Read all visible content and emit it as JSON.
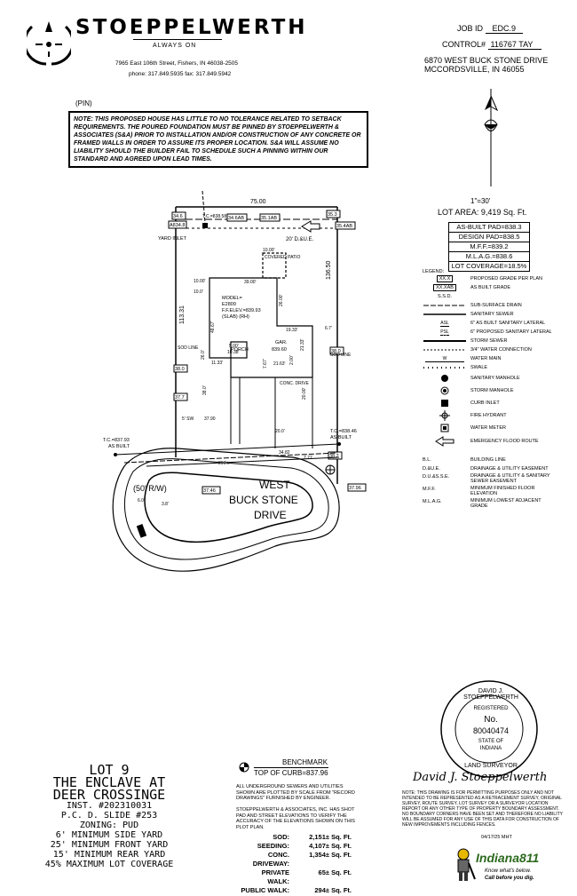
{
  "company": {
    "name": "STOEPPELWERTH",
    "tagline": "ALWAYS ON",
    "address": "7965 East 106th Street,  Fishers, IN  46038-2505",
    "phone": "phone: 317.849.5935  fax: 317.849.5942"
  },
  "job": {
    "job_id_label": "JOB ID",
    "job_id": "EDC.9",
    "control_label": "CONTROL#",
    "control": "116767 TAY",
    "address_line1": "6870 WEST BUCK STONE DRIVE",
    "address_line2": "MCCORDSVILLE, IN 46055"
  },
  "pin_label": "(PIN)",
  "note": "NOTE: THIS PROPOSED HOUSE HAS LITTLE TO NO TOLERANCE RELATED TO SETBACK REQUIREMENTS. THE POURED FOUNDATION MUST BE PINNED BY STOEPPELWERTH & ASSOCIATES (S&A) PRIOR TO INSTALLATION AND/OR CONSTRUCTION OF ANY CONCRETE OR FRAMED WALLS IN ORDER TO ASSURE ITS PROPER LOCATION. S&A WILL ASSUME NO LIABILITY SHOULD THE BUILDER FAIL TO SCHEDULE SUCH A PINNING WITHIN OUR STANDARD AND AGREED UPON LEAD TIMES.",
  "scale": "1\"=30'",
  "lot_area": "LOT AREA: 9,419  Sq. Ft.",
  "grades": [
    "AS-BUILT PAD=838.3",
    "DESIGN PAD=838.5",
    "M.F.F.=839.2",
    "M.L.A.G.=838.6",
    "LOT COVERAGE=18.5%"
  ],
  "legend": {
    "title": "LEGEND:",
    "items": [
      {
        "sym": "XX.X",
        "label": "PROPOSED GRADE PER PLAN"
      },
      {
        "sym": "XX.XAB",
        "label": "AS BUILT GRADE"
      },
      {
        "sym": "S.S.D.",
        "label": ""
      },
      {
        "sym": "",
        "label": "SUB-SURFACE DRAIN"
      },
      {
        "sym": "",
        "label": "SANITARY SEWER"
      },
      {
        "sym": "ASL",
        "label": "6\" AS BUILT SANITARY LATERAL"
      },
      {
        "sym": "PSL",
        "label": "6\" PROPOSED SANITARY LATERAL"
      },
      {
        "sym": "",
        "label": "STORM SEWER"
      },
      {
        "sym": "",
        "label": "3/4\" WATER CONNECTION"
      },
      {
        "sym": "W",
        "label": "WATER MAIN"
      },
      {
        "sym": "",
        "label": "SWALE"
      },
      {
        "sym": "",
        "label": "SANITARY MANHOLE"
      },
      {
        "sym": "",
        "label": "STORM MANHOLE"
      },
      {
        "sym": "",
        "label": "CURB INLET"
      },
      {
        "sym": "",
        "label": "FIRE HYDRANT"
      },
      {
        "sym": "",
        "label": "WATER METER"
      },
      {
        "sym": "",
        "label": "EMERGENCY FLOOD ROUTE"
      }
    ],
    "abbrevs": [
      {
        "abbr": "B.L.",
        "text": "BUILDING LINE"
      },
      {
        "abbr": "D.&U.E.",
        "text": "DRAINAGE & UTILITY EASEMENT"
      },
      {
        "abbr": "D.U.&S.S.E.",
        "text": "DRAINAGE & UTILITY & SANITARY SEWER EASEMENT"
      },
      {
        "abbr": "M.F.F.",
        "text": "MINIMUM FINISHED FLOOR ELEVATION"
      },
      {
        "abbr": "M.L.A.G.",
        "text": "MINIMUM LOWEST ADJACENT GRADE"
      }
    ]
  },
  "plan": {
    "front_dim": "75.00",
    "side_dim_left": "113.31",
    "side_dim_right": "136.50",
    "street_name_1": "WEST",
    "street_name_2": "BUCK STONE",
    "street_name_3": "DRIVE",
    "row": "(50' R/W)",
    "de": "20' D.&U.E.",
    "yard_inlet": "YARD INLET",
    "covered_patio": "COVERED PATIO",
    "model": "MODEL=",
    "model_code": "E2809",
    "ffelev": "F.F.ELEV.=839.93",
    "slab": "(SLAB) (RH)",
    "gar": "GAR.",
    "gar_elev": "839.60",
    "porch": "PORCH",
    "conc_drive": "CONC. DRIVE",
    "sod_line": "SOD LINE",
    "tc1": "T.C.=837.93",
    "tc2": "T.C.=838.46",
    "as_built": "AS BUILT",
    "tc_top": "T.C.=838.58",
    "grade_tags": [
      "34.6",
      "A834.8",
      "34.6AB",
      "35.1AB",
      "35.3",
      "35.4AB",
      "38.0",
      "38.0",
      "37.7",
      "38.2",
      "37.96",
      "37.46"
    ],
    "dims": [
      "39.00'",
      "10.00'",
      "10.0'",
      "48.67'",
      "26.00'",
      "19.33'",
      "6.7'",
      "5.00'",
      "10.38'",
      "21.33'",
      "11.33'",
      "7.67'",
      "21.63'",
      "20.00'",
      "2.00'",
      "38.0'",
      "20.0'",
      "37.90",
      "34.82",
      "7.77",
      "296'±",
      "5' SW",
      "6.0'",
      "3.8'",
      "10.00'",
      "26.0'"
    ]
  },
  "lot": {
    "line1": "LOT 9",
    "line2": "THE ENCLAVE AT",
    "line3": "DEER CROSSINGE",
    "inst": "INST. #202310031",
    "pc": "P.C. D. SLIDE #253",
    "zoning": "ZONING: PUD",
    "side": "6' MINIMUM SIDE YARD",
    "front": "25' MINIMUM FRONT YARD",
    "rear": "15' MINIMUM REAR YARD",
    "coverage": "45% MAXIMUM LOT COVERAGE"
  },
  "benchmark": {
    "title": "BENCHMARK",
    "value": "TOP OF CURB=837.96",
    "note1": "ALL UNDERGROUND SEWERS AND UTILITIES SHOWN ARE PLOTTED BY SCALE FROM \"RECORD DRAWINGS\" FURNISHED BY ENGINEER.",
    "note2": "STOEPPELWERTH & ASSOCIATES, INC. HAS SHOT PAD AND STREET ELEVATIONS TO VERIFY THE ACCURACY OF THE ELEVATIONS SHOWN ON THIS PLOT PLAN."
  },
  "areas": [
    {
      "label": "SOD:",
      "value": "2,151± Sq. Ft."
    },
    {
      "label": "SEEDING:",
      "value": "4,107± Sq. Ft."
    },
    {
      "label": "CONC. DRIVEWAY:",
      "value": "1,354± Sq. Ft."
    },
    {
      "label": "PRIVATE WALK:",
      "value": "65± Sq. Ft."
    },
    {
      "label": "PUBLIC WALK:",
      "value": "294± Sq. Ft."
    }
  ],
  "seal": {
    "name": "DAVID J. STOEPPELWERTH",
    "registered": "REGISTERED",
    "no": "No.",
    "number": "80040474",
    "state": "STATE OF",
    "state_name": "INDIANA",
    "bottom": "LAND SURVEYOR"
  },
  "signature": "David J. Stoeppelwerth",
  "disclaimer": "NOTE: THIS DRAWING IS FOR PERMITTING PURPOSES ONLY AND NOT INTENDED TO BE REPRESENTED AS A RETRACEMENT SURVEY, ORIGINAL SURVEY, ROUTE SURVEY, LOT SURVEY OR A SURVEYOR LOCATION REPORT OR ANY OTHER TYPE OF PROPERTY BOUNDARY ASSESSMENT. NO BOUNDARY CORNERS HAVE BEEN SET AND THEREFORE NO LIABILITY WILL BE ASSUMED FOR ANY USE OF THIS DATA FOR CONSTRUCTION OF NEW IMPROVEMENTS INCLUDING FENCES.",
  "date": "04/17/25 MHT",
  "indiana811": {
    "brand": "Indiana811",
    "slogan1": "Know what's below.",
    "slogan2": "Call before you dig."
  }
}
